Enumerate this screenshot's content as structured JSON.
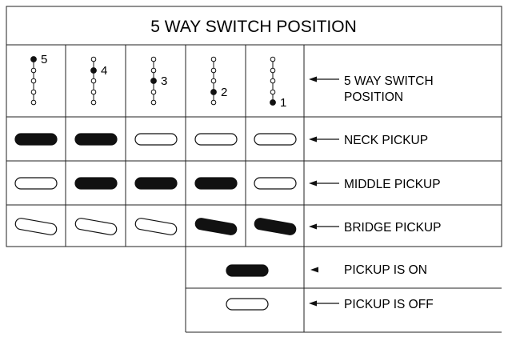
{
  "title": "5 WAY SWITCH POSITION",
  "rows": [
    {
      "label_lines": [
        "5 WAY SWITCH",
        "POSITION"
      ]
    },
    {
      "label": "NECK PICKUP",
      "states": [
        true,
        true,
        false,
        false,
        false
      ]
    },
    {
      "label": "MIDDLE PICKUP",
      "states": [
        false,
        true,
        true,
        true,
        false
      ]
    },
    {
      "label": "BRIDGE PICKUP",
      "states": [
        false,
        false,
        false,
        true,
        true
      ]
    }
  ],
  "switch_positions": [
    "5",
    "4",
    "3",
    "2",
    "1"
  ],
  "legend": {
    "on_label": "PICKUP IS ON",
    "off_label": "PICKUP IS OFF"
  }
}
